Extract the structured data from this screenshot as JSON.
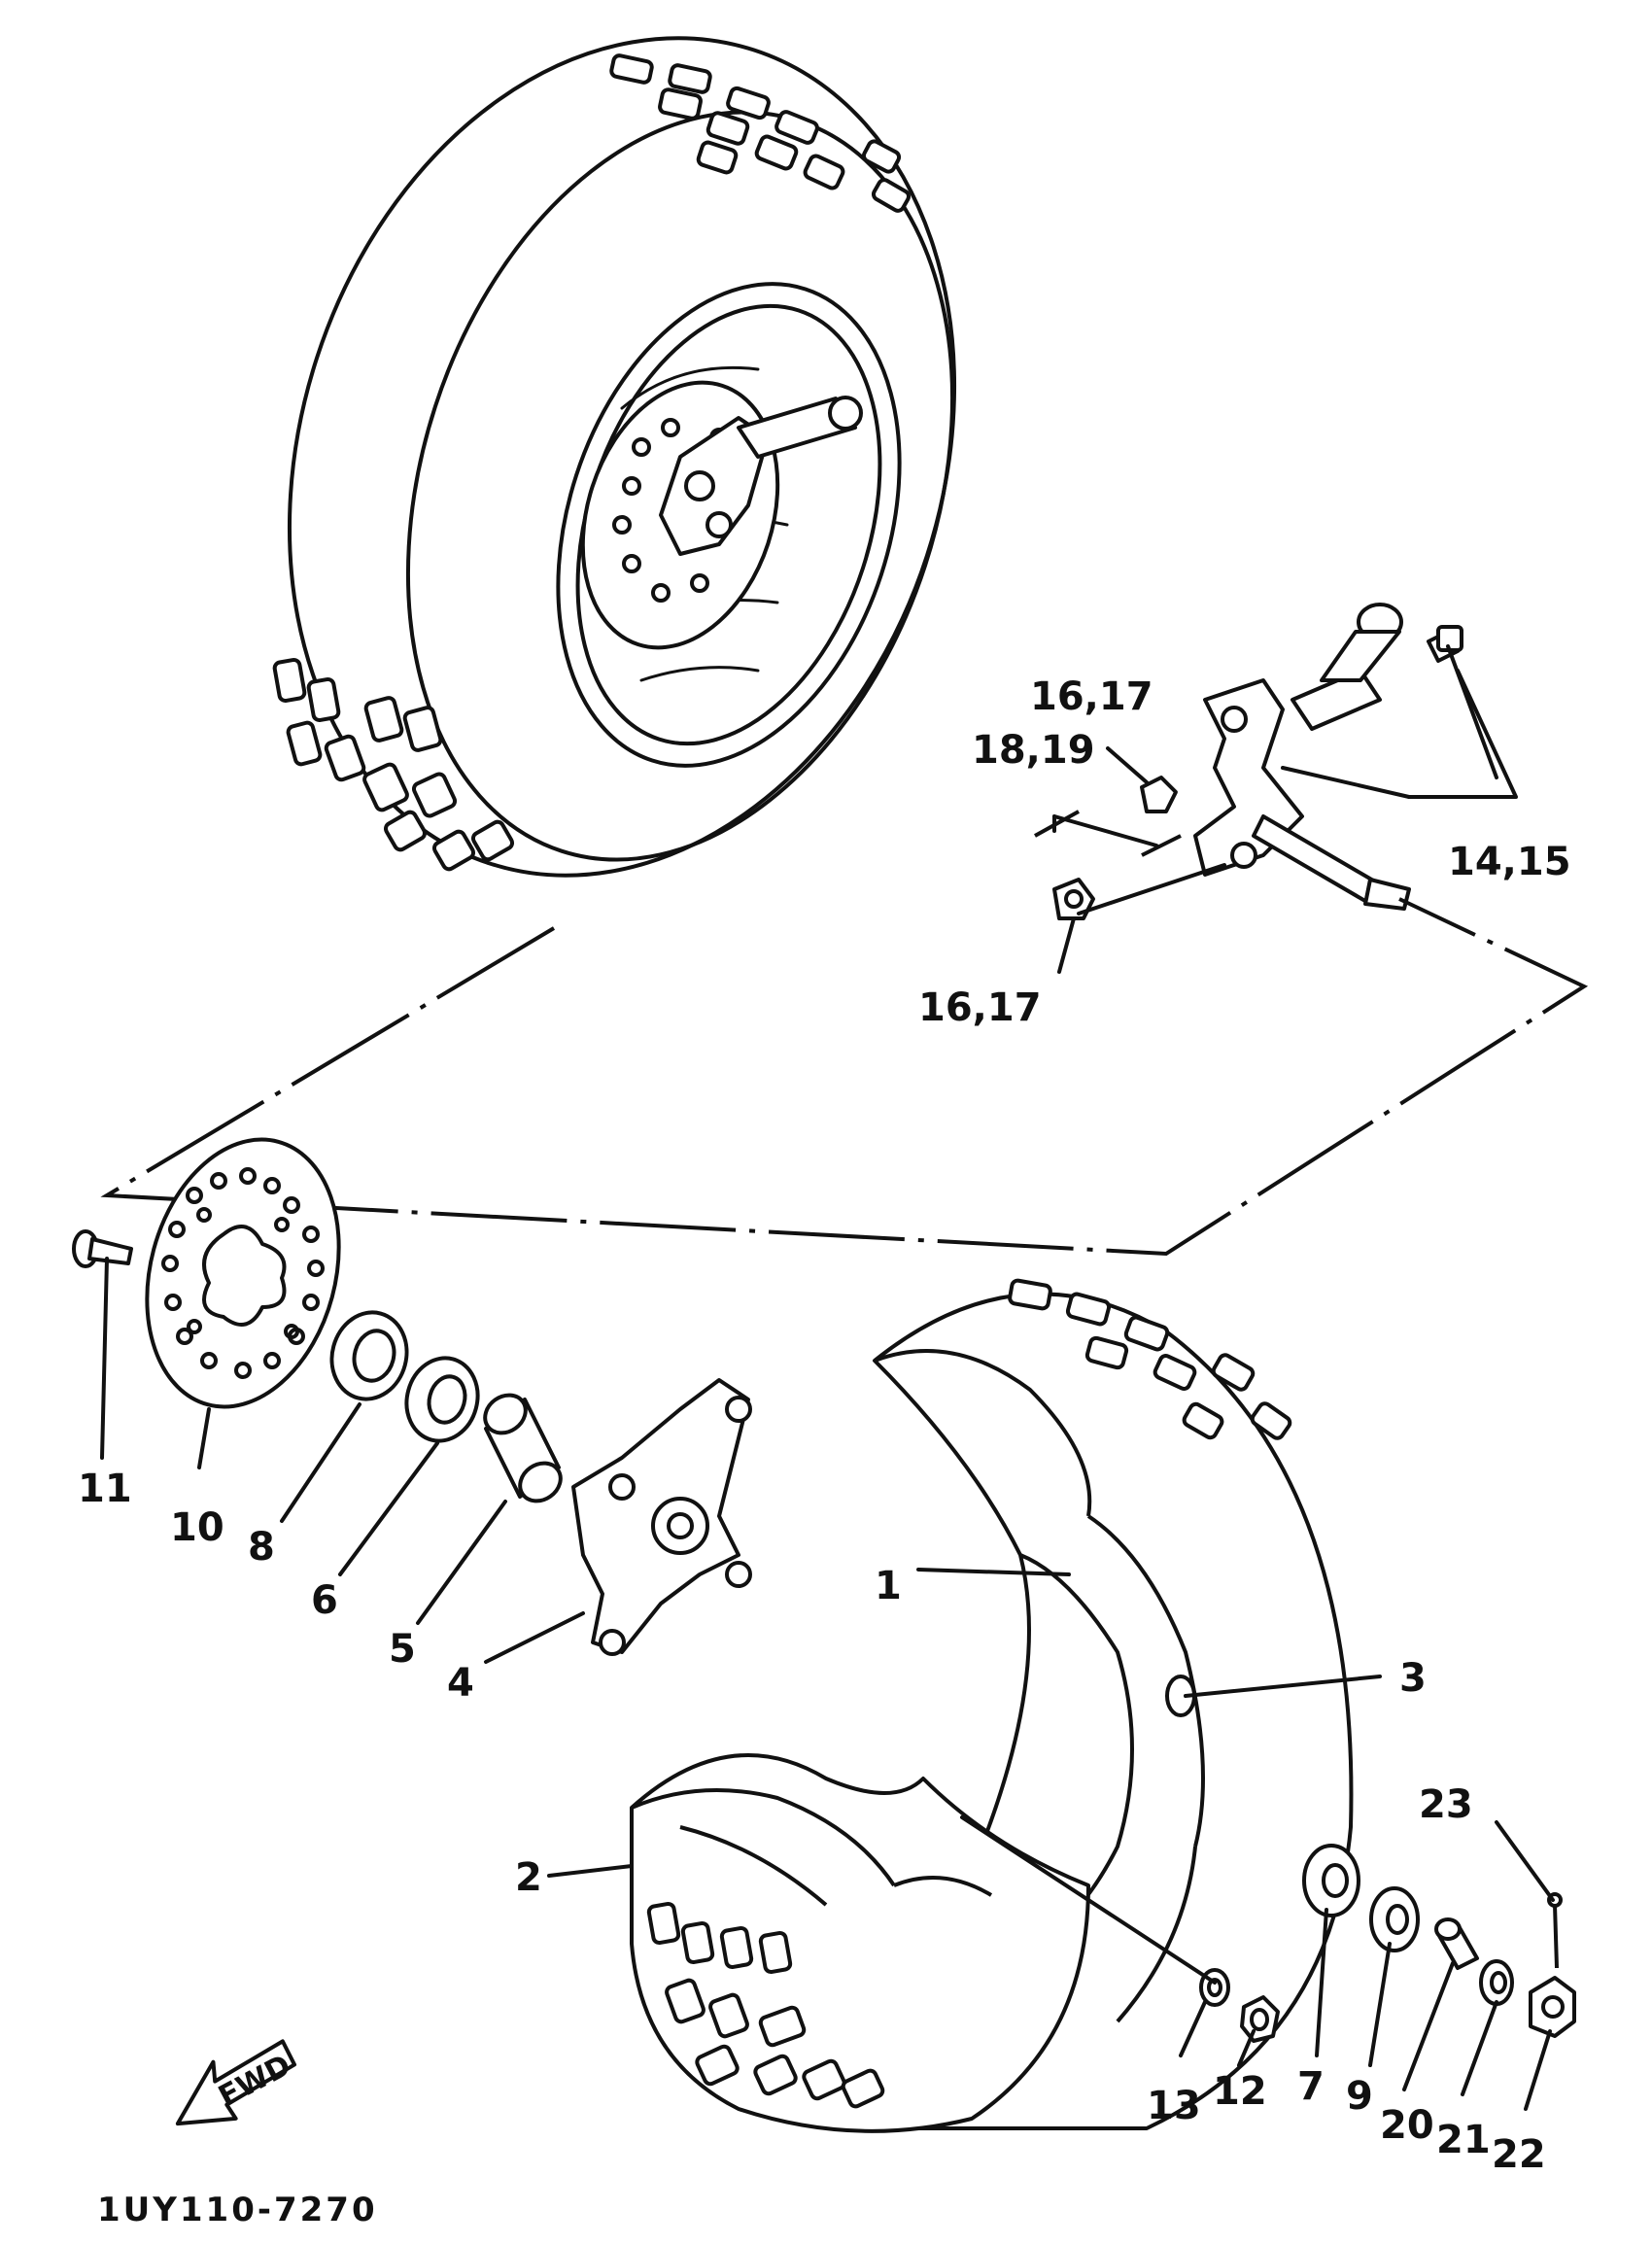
{
  "diagram_code": "1UY110-7270",
  "direction_label": "FWD",
  "callouts": {
    "p1": "1",
    "p2": "2",
    "p3": "3",
    "p4": "4",
    "p5": "5",
    "p6": "6",
    "p7": "7",
    "p8": "8",
    "p9": "9",
    "p10": "10",
    "p11": "11",
    "p12": "12",
    "p13": "13",
    "p14_15": "14,15",
    "p16_17_top": "16,17",
    "p16_17_bottom": "16,17",
    "p18_19": "18,19",
    "p20": "20",
    "p21": "21",
    "p22": "22",
    "p23": "23"
  }
}
